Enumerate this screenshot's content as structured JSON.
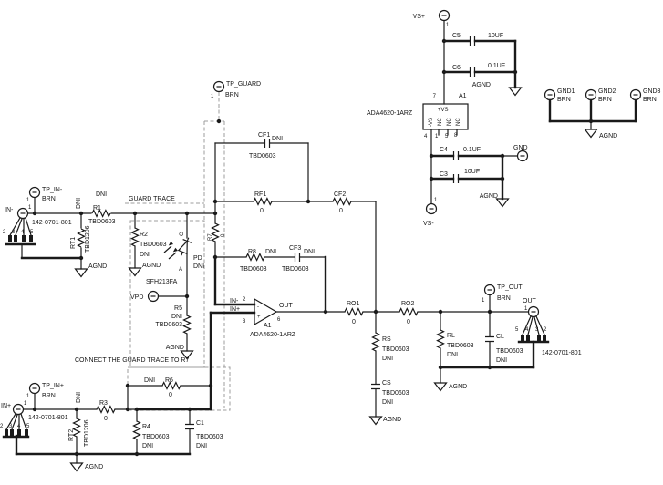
{
  "colors": {
    "wire": "#1a1a1a",
    "dashed_guard": "#9c9c9c",
    "background": "#ffffff"
  },
  "notes": {
    "guard_trace": "GUARD TRACE",
    "connect_guard": "CONNECT THE GUARD TRACE TO R7"
  },
  "shared": {
    "dni": "DNI",
    "tbd0603": "TBD0603",
    "tbd1206": "TBD1206",
    "agnd": "AGND",
    "brn": "BRN",
    "zero": "0",
    "nc": "NC",
    "uf10": "10UF",
    "uf01": "0.1UF",
    "connector_part": "142-0701-801",
    "opamp_part": "ADA4620-1ARZ"
  },
  "terminals": {
    "vs_plus": "VS+",
    "vs_minus": "VS-",
    "gnd": "GND",
    "gnd1": "GND1",
    "gnd2": "GND2",
    "gnd3": "GND3",
    "tp_guard": "TP_GUARD",
    "tp_in_minus": "TP_IN-",
    "tp_in_plus": "TP_IN+",
    "tp_out": "TP_OUT",
    "vpd": "VPD",
    "in_minus": "IN-",
    "in_plus": "IN+",
    "out": "OUT"
  },
  "components": {
    "c1": "C1",
    "c3": "C3",
    "c4": "C4",
    "c5": "C5",
    "c6": "C6",
    "cf1": "CF1",
    "cf2": "CF2",
    "cf3": "CF3",
    "cl": "CL",
    "cs": "CS",
    "r1": "R1",
    "r2": "R2",
    "r3": "R3",
    "r4": "R4",
    "r5": "R5",
    "r6": "R6",
    "r7": "R7",
    "r8": "R8",
    "rf1": "RF1",
    "rl": "RL",
    "ro1": "RO1",
    "ro2": "RO2",
    "rs": "RS",
    "rt1": "RT1",
    "rt2": "RT2",
    "a1": "A1",
    "pd": "PD",
    "pd_part": "SFH213FA",
    "plus_vs": "+VS",
    "minus_vs": "-VS"
  },
  "pins": {
    "p1": "1",
    "p2": "2",
    "p3": "3",
    "p4": "4",
    "p5": "5",
    "p6": "6",
    "p7": "7",
    "p8": "8",
    "inv": "IN-",
    "noninv": "IN+",
    "out": "OUT",
    "cathode": "C",
    "anode": "A",
    "minus": "-",
    "plus": "+"
  }
}
